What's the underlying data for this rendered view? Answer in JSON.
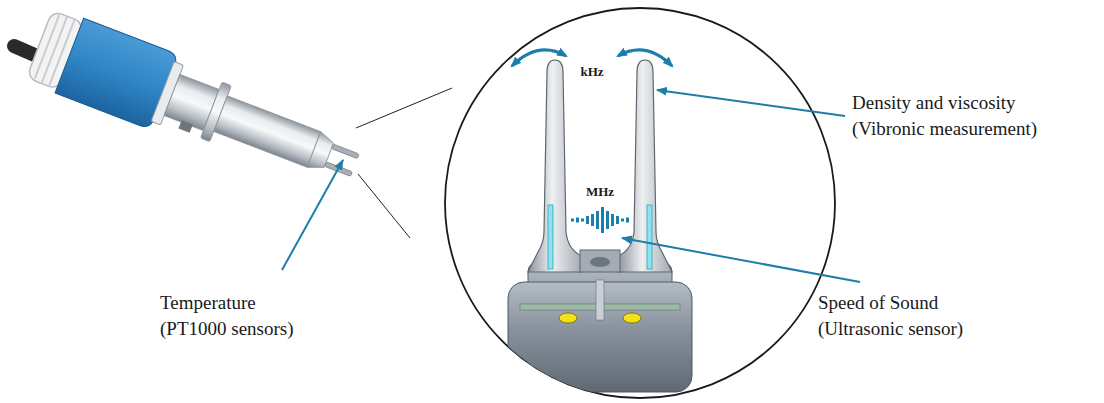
{
  "diagram": {
    "labels": [
      "kHz",
      "Density and viscosity (Vibronic measurement)",
      "MHz",
      "Temperature (PT1000 sensors)",
      "Speed of Sound (Ultrasonic sensor)"
    ]
  }
}
